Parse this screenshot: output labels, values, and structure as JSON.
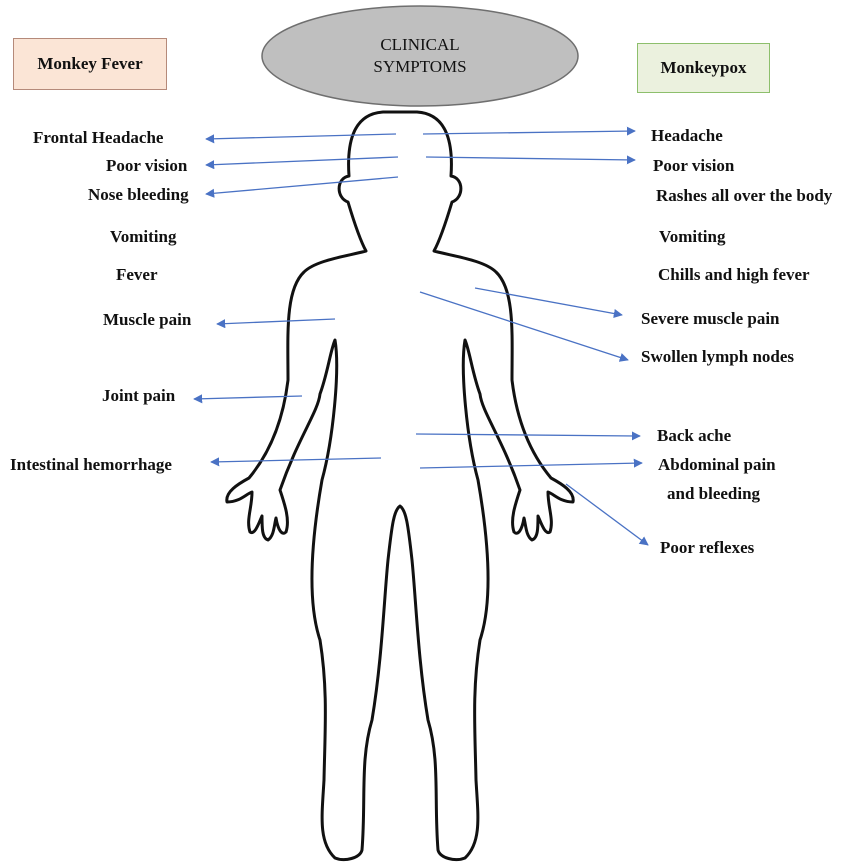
{
  "title": {
    "line1": "CLINICAL",
    "line2": "SYMPTOMS"
  },
  "left_header": "Monkey Fever",
  "right_header": "Monkeypox",
  "left_labels": [
    "Frontal Headache",
    "Poor vision",
    "Nose bleeding",
    "Vomiting",
    "Fever",
    "Muscle pain",
    "Joint pain",
    "Intestinal hemorrhage"
  ],
  "right_labels": [
    "Headache",
    "Poor vision",
    "Rashes all over the body",
    "Vomiting",
    "Chills and high fever",
    "Severe muscle pain",
    "Swollen lymph nodes",
    "Back ache",
    "Abdominal pain",
    "and bleeding",
    "Poor reflexes"
  ],
  "colors": {
    "left_header_bg": "#fbe5d6",
    "right_header_bg": "#ebf1de",
    "title_ellipse": "#bfbfbf",
    "arrow": "#4a72c4",
    "outline": "#111111"
  }
}
